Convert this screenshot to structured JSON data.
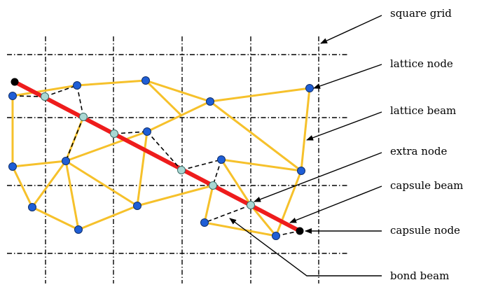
{
  "labels": {
    "square_grid": "square grid",
    "lattice_node": "lattice node",
    "lattice_beam": "lattice beam",
    "extra_node": "extra node",
    "capsule_beam": "capsule beam",
    "capsule_node": "capsule node",
    "bond_beam": "bond beam"
  },
  "colors": {
    "grid": "#000000",
    "lattice_beam": "#f6c12b",
    "capsule_beam": "#ee1c1c",
    "lattice_node": "#1f5ed6",
    "extra_node": "#a9d7d3",
    "capsule_node": "#000000",
    "bond_beam": "#000000"
  }
}
